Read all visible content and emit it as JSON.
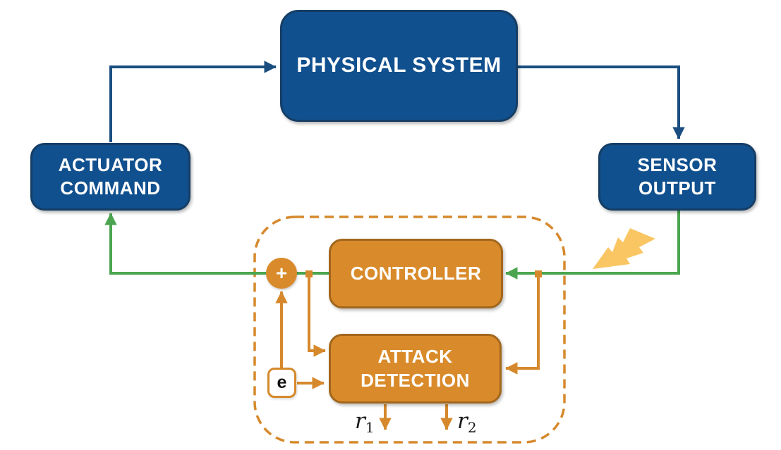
{
  "colors": {
    "blue_fill": "#11508E",
    "blue_border": "#153E66",
    "blue_line": "#1A4E80",
    "orange_fill": "#D98B2B",
    "orange_border": "#A2661C",
    "orange_line": "#D6892C",
    "green_line": "#4BA550",
    "lightning": "#FAC664",
    "label_text": "#FFFFFF",
    "error_text": "#111111"
  },
  "nodes": {
    "physical_system": {
      "lines": [
        "PHYSICAL SYSTEM"
      ]
    },
    "actuator_command": {
      "lines": [
        "ACTUATOR",
        "COMMAND"
      ]
    },
    "sensor_output": {
      "lines": [
        "SENSOR",
        "OUTPUT"
      ]
    },
    "controller": {
      "lines": [
        "CONTROLLER"
      ]
    },
    "attack_detection": {
      "lines": [
        "ATTACK",
        "DETECTION"
      ]
    },
    "sum_junction": {
      "symbol": "+"
    },
    "error_signal": {
      "symbol": "e"
    }
  },
  "residuals": {
    "r1": {
      "base": "r",
      "sub": "1"
    },
    "r2": {
      "base": "r",
      "sub": "2"
    }
  }
}
